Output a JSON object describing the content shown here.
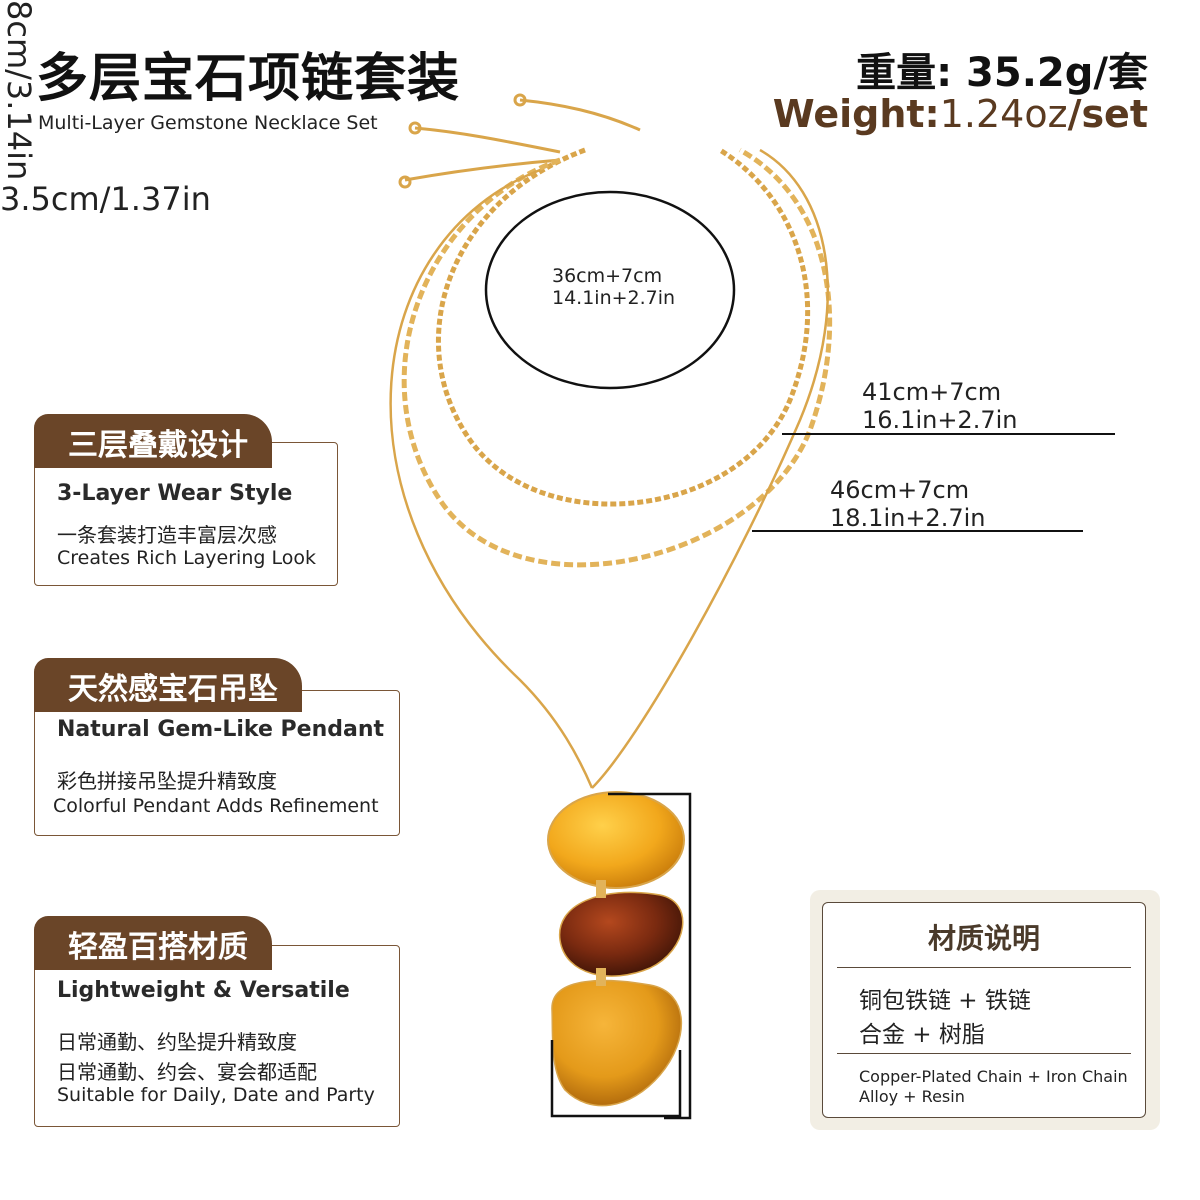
{
  "header": {
    "title_cn": "多层宝石项链套装",
    "title_en": "Multi-Layer Gemstone Necklace Set",
    "weight_cn": "重量: 35.2g/套",
    "weight_en_label": "Weight:",
    "weight_en_value": "1.24oz",
    "weight_en_unit": "/set"
  },
  "features": [
    {
      "tag": "三层叠戴设计",
      "title_en": "3-Layer Wear Style",
      "desc_cn": "一条套装打造丰富层次感",
      "desc_en": "Creates Rich Layering Look"
    },
    {
      "tag": "天然感宝石吊坠",
      "title_en": "Natural Gem-Like Pendant",
      "desc_cn": "彩色拼接吊坠提升精致度",
      "desc_en": "Colorful Pendant Adds Refinement"
    },
    {
      "tag": "轻盈百搭材质",
      "title_en": "Lightweight & Versatile",
      "desc_cn_1": "日常通勤、约坠提升精致度",
      "desc_cn_2": "日常通勤、约会、宴会都适配",
      "desc_en": "Suitable for Daily, Date and Party"
    }
  ],
  "sizes": {
    "inner_cm": "36cm+7cm",
    "inner_in": "14.1in+2.7in",
    "middle_cm": "41cm+7cm",
    "middle_in": "16.1in+2.7in",
    "outer_cm": "46cm+7cm",
    "outer_in": "18.1in+2.7in",
    "pendant_height": "8cm/3.14in",
    "pendant_width": "3.5cm/1.37in"
  },
  "material": {
    "title": "材质说明",
    "cn_1": "铜包铁链 + 铁链",
    "cn_2": "合金 + 树脂",
    "en_1": "Copper-Plated Chain + Iron Chain",
    "en_2": "Alloy + Resin"
  },
  "colors": {
    "brand_brown": "#6a4528",
    "gold_chain": "#d9a54a",
    "stone_yellow": "#f2a81c",
    "stone_brown": "#7a2a10",
    "stone_amber": "#e49a1a"
  }
}
